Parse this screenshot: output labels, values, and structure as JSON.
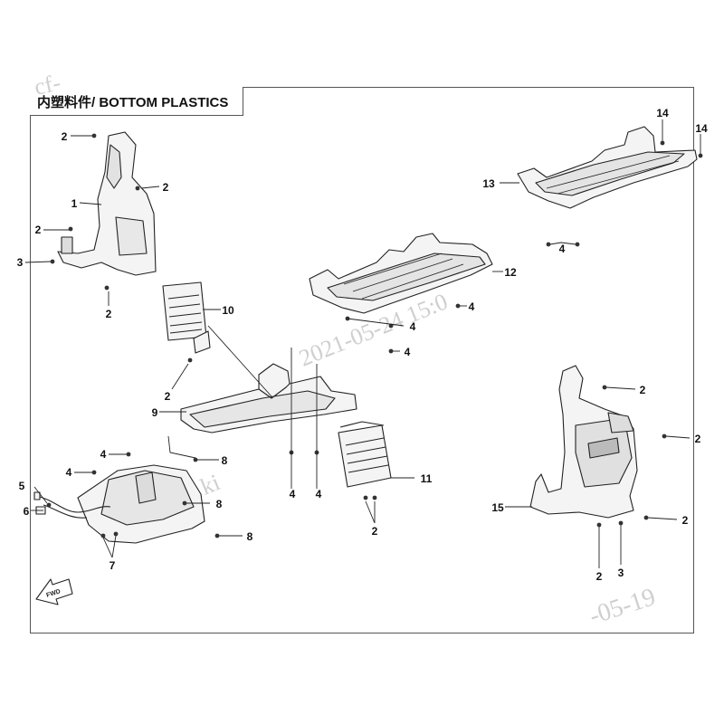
{
  "title": "内塑料件/ BOTTOM PLASTICS",
  "fwd_label": "FWD",
  "watermark_texts": [
    "cf-",
    "2021-05-24 15:0",
    "CFMOTO ki",
    "-05-19"
  ],
  "callouts": [
    {
      "id": "c1",
      "label": "2"
    },
    {
      "id": "c2",
      "label": "2"
    },
    {
      "id": "c3",
      "label": "1"
    },
    {
      "id": "c4",
      "label": "2"
    },
    {
      "id": "c5",
      "label": "3"
    },
    {
      "id": "c6",
      "label": "2"
    },
    {
      "id": "c7",
      "label": "10"
    },
    {
      "id": "c8",
      "label": "2"
    },
    {
      "id": "c9",
      "label": "9"
    },
    {
      "id": "c10",
      "label": "4"
    },
    {
      "id": "c11",
      "label": "4"
    },
    {
      "id": "c12",
      "label": "4"
    },
    {
      "id": "c13",
      "label": "4"
    },
    {
      "id": "c14",
      "label": "8"
    },
    {
      "id": "c15",
      "label": "8"
    },
    {
      "id": "c16",
      "label": "8"
    },
    {
      "id": "c17",
      "label": "5"
    },
    {
      "id": "c18",
      "label": "6"
    },
    {
      "id": "c19",
      "label": "7"
    },
    {
      "id": "c20",
      "label": "12"
    },
    {
      "id": "c21",
      "label": "4"
    },
    {
      "id": "c22",
      "label": "4"
    },
    {
      "id": "c23",
      "label": "4"
    },
    {
      "id": "c24",
      "label": "11"
    },
    {
      "id": "c25",
      "label": "2"
    },
    {
      "id": "c26",
      "label": "13"
    },
    {
      "id": "c27",
      "label": "14"
    },
    {
      "id": "c28",
      "label": "14"
    },
    {
      "id": "c29",
      "label": "4"
    },
    {
      "id": "c30",
      "label": "2"
    },
    {
      "id": "c31",
      "label": "2"
    },
    {
      "id": "c32",
      "label": "15"
    },
    {
      "id": "c33",
      "label": "2"
    },
    {
      "id": "c34",
      "label": "2"
    },
    {
      "id": "c35",
      "label": "3"
    }
  ]
}
